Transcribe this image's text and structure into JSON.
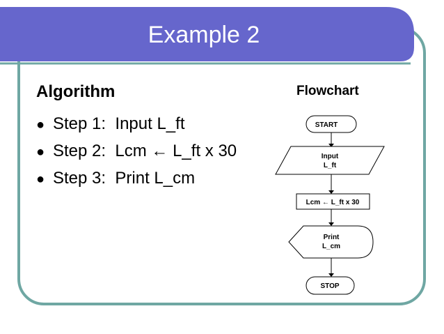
{
  "slide": {
    "title": "Example 2",
    "colors": {
      "banner": "#6666cc",
      "frame": "#6fa7a3",
      "shape_fill": "#ffffff",
      "line": "#000000"
    }
  },
  "algorithm": {
    "heading": "Algorithm",
    "steps": [
      {
        "prefix": "Step 1:",
        "text": "Input L_ft"
      },
      {
        "prefix": "Step 2:",
        "text": "Lcm ← L_ft x 30"
      },
      {
        "prefix": "Step 3:",
        "text": "Print L_cm"
      }
    ]
  },
  "flowchart": {
    "heading": "Flowchart",
    "nodes": [
      {
        "id": "start",
        "shape": "terminator",
        "lines": [
          "START"
        ]
      },
      {
        "id": "input",
        "shape": "parallelogram",
        "lines": [
          "Input",
          "L_ft"
        ]
      },
      {
        "id": "process",
        "shape": "rectangle",
        "lines": [
          "Lcm ← L_ft x 30"
        ]
      },
      {
        "id": "print",
        "shape": "display",
        "lines": [
          "Print",
          "L_cm"
        ]
      },
      {
        "id": "stop",
        "shape": "terminator",
        "lines": [
          "STOP"
        ]
      }
    ]
  }
}
